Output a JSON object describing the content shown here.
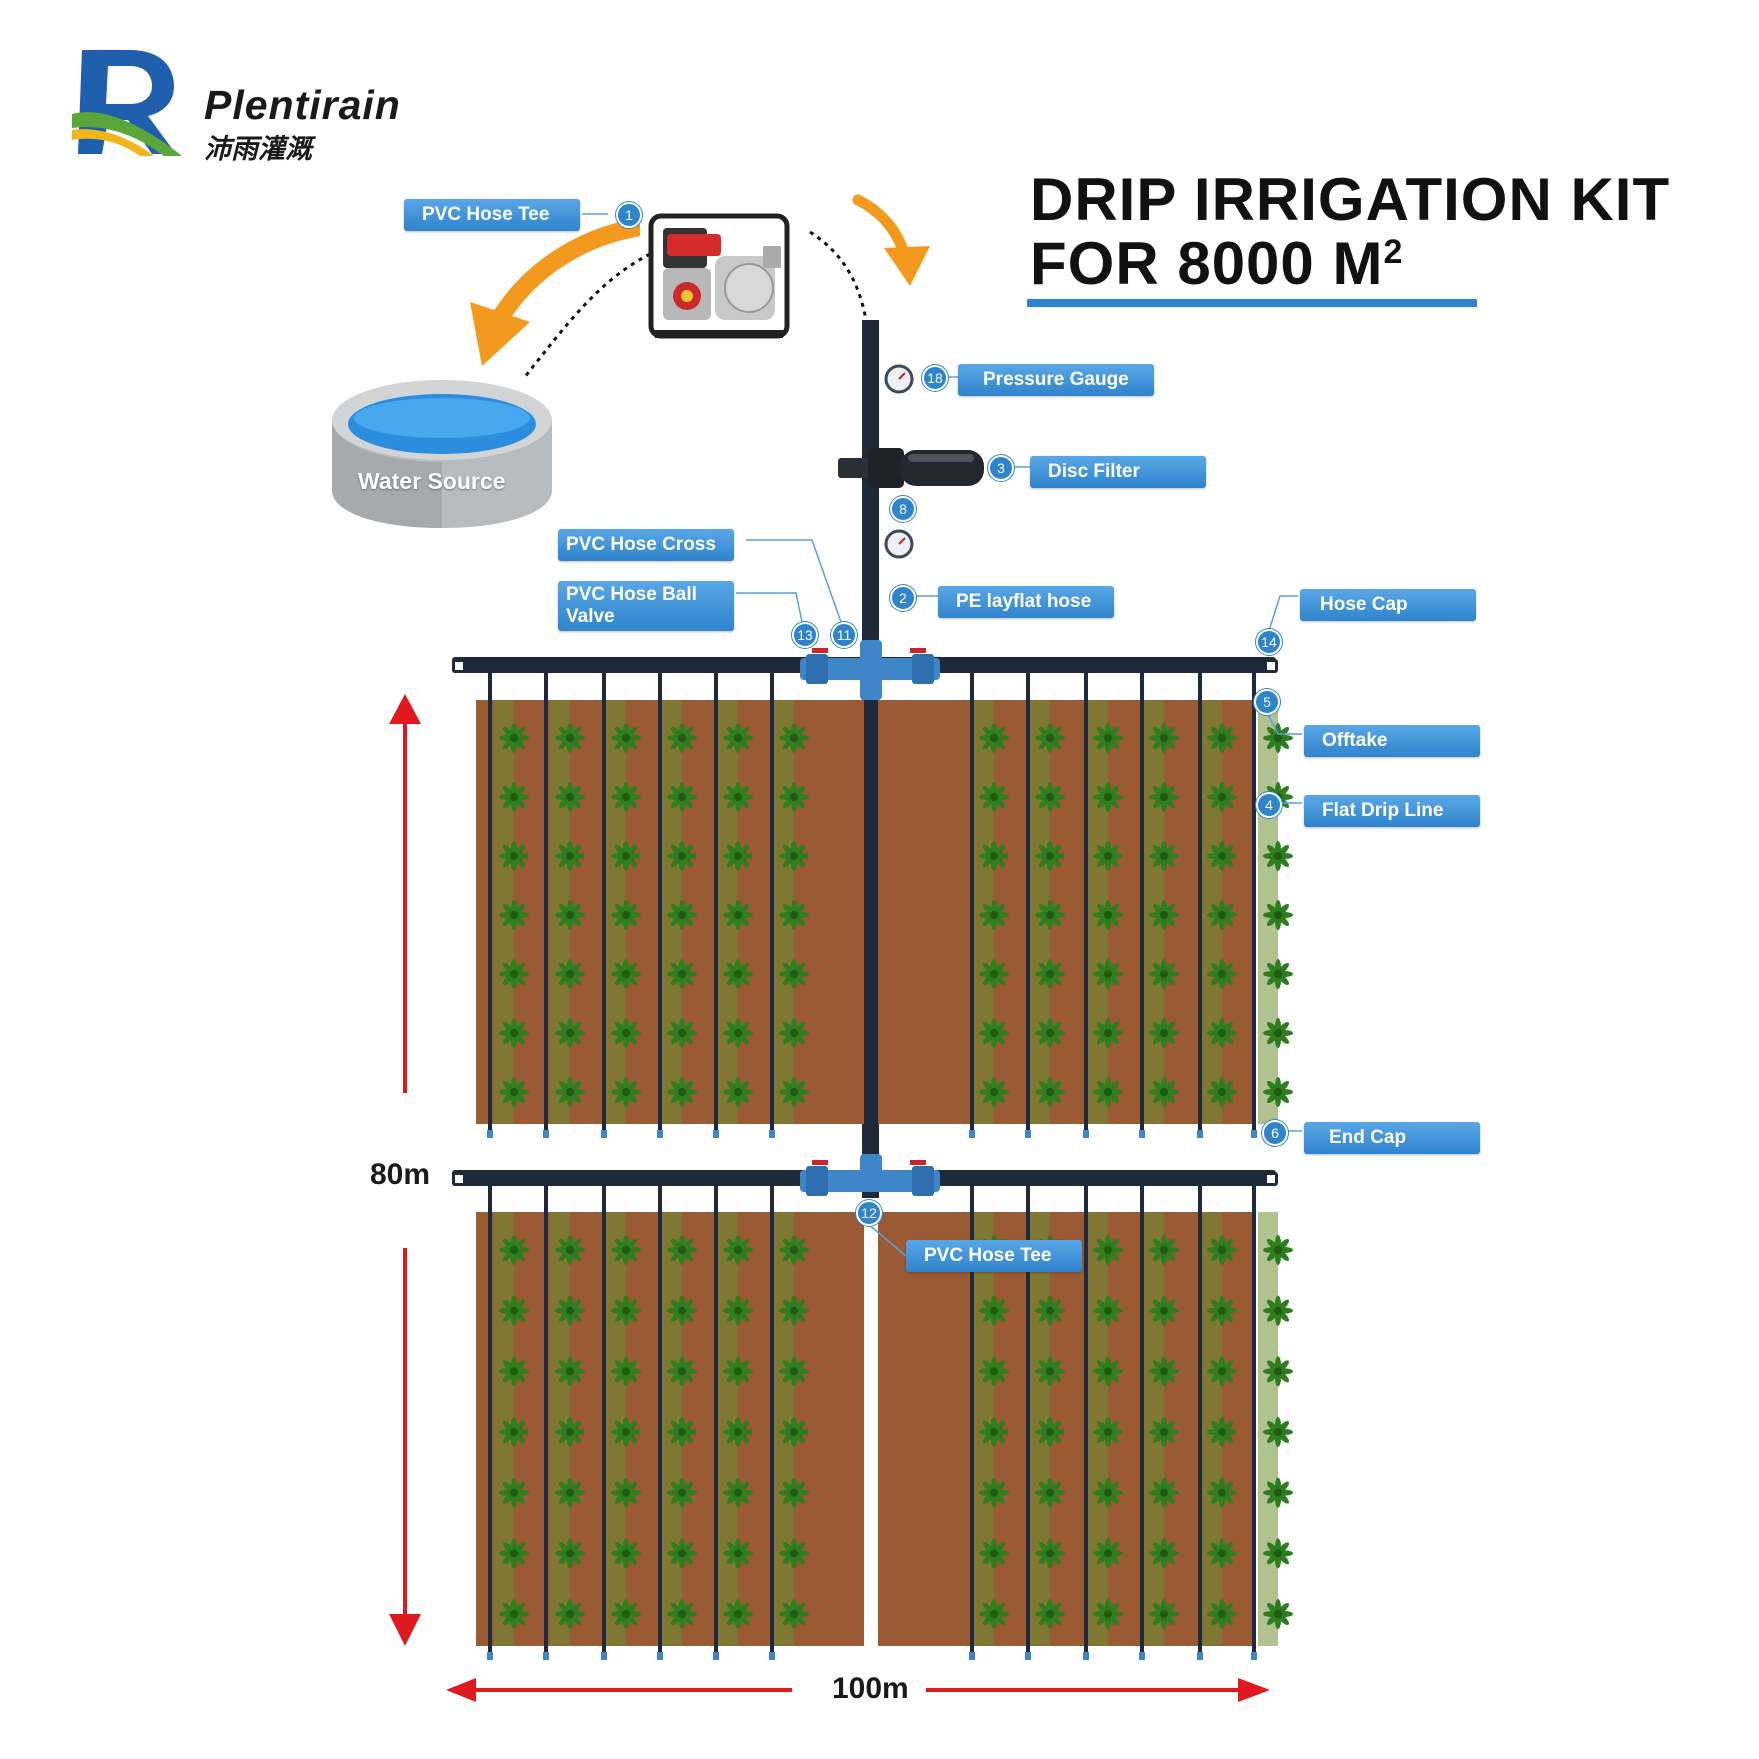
{
  "brand": {
    "name": "Plentirain",
    "name_cn": "沛雨灌溉"
  },
  "title": {
    "line1": "DRIP IRRIGATION KIT",
    "line2_prefix": "FOR 8000 M",
    "line2_sup": "2"
  },
  "water_source": "Water Source",
  "labels": {
    "pvc_hose_tee_top": "PVC Hose Tee",
    "pressure_gauge": "Pressure Gauge",
    "disc_filter": "Disc Filter",
    "pvc_hose_cross": "PVC Hose Cross",
    "ball_valve_line1": "PVC Hose Ball",
    "ball_valve_line2": "Valve",
    "pe_layflat_hose": "PE layflat hose",
    "hose_cap": "Hose Cap",
    "offtake": "Offtake",
    "flat_drip_line": "Flat Drip Line",
    "end_cap": "End Cap",
    "pvc_hose_tee_bottom": "PVC Hose Tee"
  },
  "numbers": {
    "n1": "1",
    "n18": "18",
    "n3": "3",
    "n8": "8",
    "n2": "2",
    "n13": "13",
    "n11": "11",
    "n14": "14",
    "n5": "5",
    "n4": "4",
    "n6": "6",
    "n12": "12"
  },
  "dimensions": {
    "height": "80m",
    "width": "100m"
  },
  "colors": {
    "tag_blue": "#2f84cc",
    "pipe": "#1e2a3a",
    "fitting_blue": "#3f86c8",
    "arrow_red": "#e0191f",
    "arrow_orange": "#f39a1e",
    "soil": "#9a5a34",
    "plant": "#2f7d1e",
    "title_rule": "#2b86cf"
  }
}
